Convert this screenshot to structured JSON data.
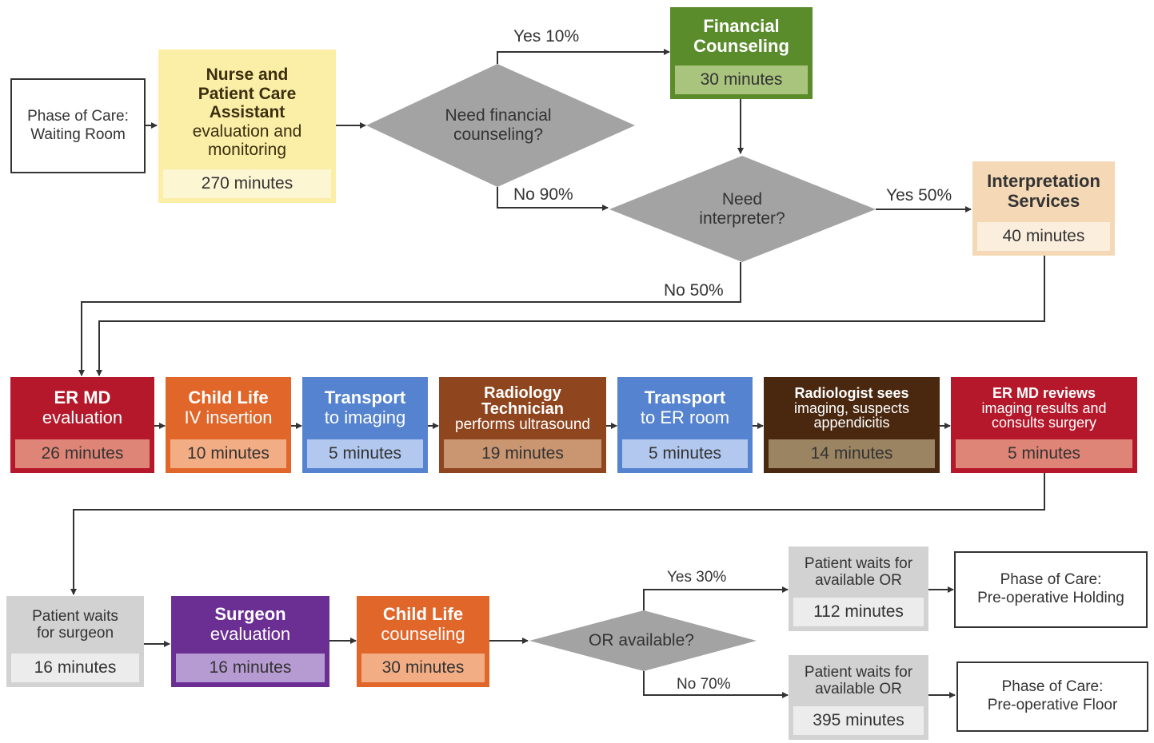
{
  "phase_waiting": {
    "line1": "Phase of Care:",
    "line2": "Waiting Room"
  },
  "nurse": {
    "t1": "Nurse and",
    "t2": "Patient Care",
    "t3": "Assistant",
    "t4": "evaluation and",
    "t5": "monitoring",
    "duration": "270 minutes"
  },
  "decision_financial": {
    "line1": "Need financial",
    "line2": "counseling?",
    "yes": "Yes 10%",
    "no": "No 90%"
  },
  "financial": {
    "t1": "Financial",
    "t2": "Counseling",
    "duration": "30 minutes"
  },
  "decision_interpreter": {
    "line1": "Need",
    "line2": "interpreter?",
    "yes": "Yes 50%",
    "no": "No 50%"
  },
  "interpretation": {
    "t1": "Interpretation",
    "t2": "Services",
    "duration": "40 minutes"
  },
  "er_eval": {
    "t1": "ER MD",
    "t2": "evaluation",
    "duration": "26 minutes"
  },
  "child_iv": {
    "t1": "Child Life",
    "t2": "IV insertion",
    "duration": "10 minutes"
  },
  "transport_imaging": {
    "t1": "Transport",
    "t2": "to imaging",
    "duration": "5 minutes"
  },
  "radiology_tech": {
    "t1": "Radiology",
    "t2": "Technician",
    "t3": "performs ultrasound",
    "duration": "19 minutes"
  },
  "transport_er": {
    "t1": "Transport",
    "t2": "to ER room",
    "duration": "5 minutes"
  },
  "radiologist": {
    "t1": "Radiologist sees",
    "t2": "imaging, suspects",
    "t3": "appendicitis",
    "duration": "14 minutes"
  },
  "er_review": {
    "t1": "ER MD reviews",
    "t2": "imaging results and",
    "t3": "consults surgery",
    "duration": "5 minutes"
  },
  "wait_surgeon": {
    "t1": "Patient waits",
    "t2": "for surgeon",
    "duration": "16 minutes"
  },
  "surgeon": {
    "t1": "Surgeon",
    "t2": "evaluation",
    "duration": "16 minutes"
  },
  "child_counsel": {
    "t1": "Child Life",
    "t2": "counseling",
    "duration": "30 minutes"
  },
  "decision_or": {
    "label": "OR available?",
    "yes": "Yes 30%",
    "no": "No 70%"
  },
  "wait_or_yes": {
    "t1": "Patient waits for",
    "t2": "available OR",
    "duration": "112 minutes"
  },
  "wait_or_no": {
    "t1": "Patient waits for",
    "t2": "available OR",
    "duration": "395 minutes"
  },
  "phase_holding": {
    "line1": "Phase of Care:",
    "line2": "Pre-operative Holding"
  },
  "phase_floor": {
    "line1": "Phase of Care:",
    "line2": "Pre-operative Floor"
  },
  "colors": {
    "nurse_bg": "#fbeea6",
    "nurse_dur": "#fdf6d3",
    "financial_bg": "#5b8c2c",
    "financial_dur": "#a9c47c",
    "interp_bg": "#f5d9b6",
    "interp_dur": "#fbeedd",
    "er_red": "#b4182a",
    "er_dur": "#df8577",
    "orange": "#e0662a",
    "orange_dur": "#f2ad84",
    "blue": "#5583cf",
    "blue_dur": "#b2c8ee",
    "brown": "#8f451e",
    "brown_dur": "#c99671",
    "darkbrown": "#4a2810",
    "darkbrown_dur": "#9b8462",
    "purple": "#6b2f94",
    "purple_dur": "#b69ad2",
    "grey_box": "#d2d2d2",
    "grey_dur": "#ececec",
    "diamond": "#a3a3a3",
    "line": "#333333"
  }
}
